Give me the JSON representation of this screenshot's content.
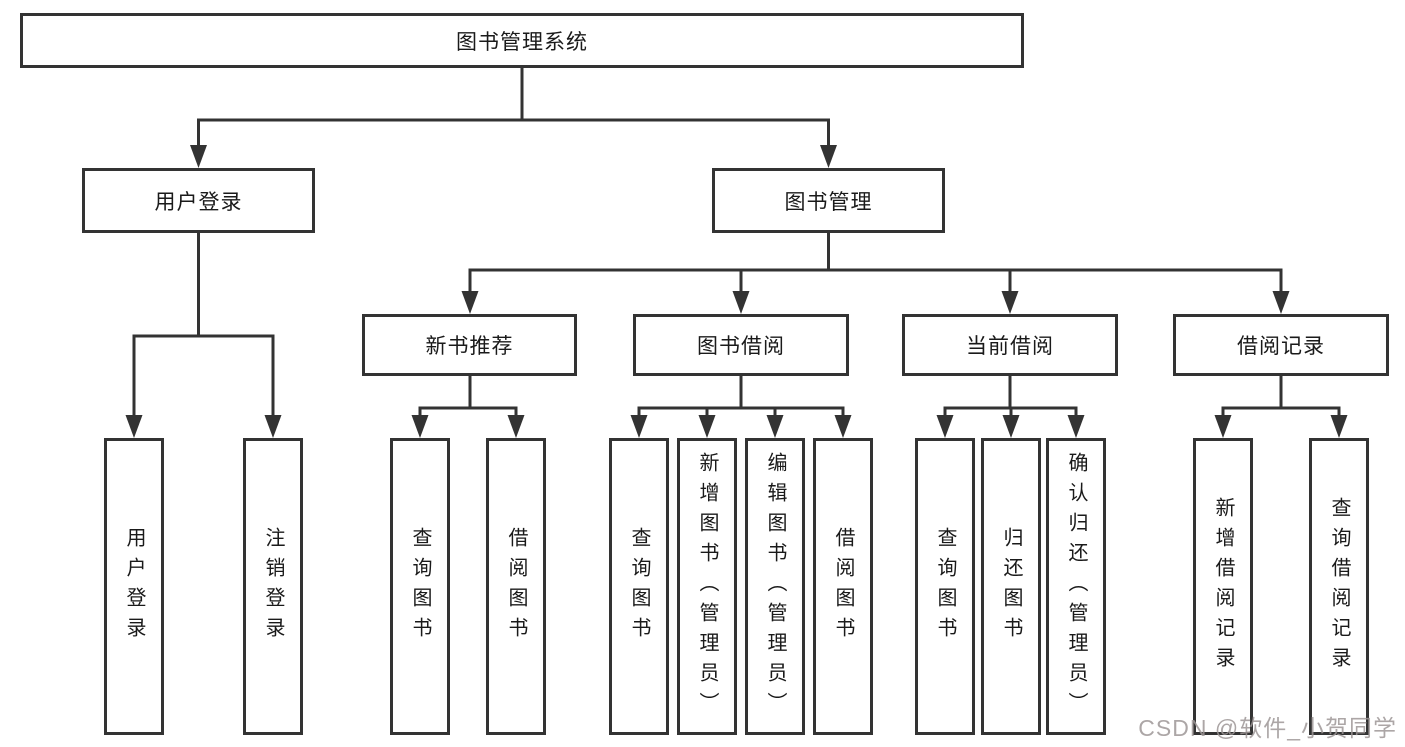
{
  "diagram": {
    "root_label": "图书管理系统",
    "level2": {
      "user_login": "用户登录",
      "book_management": "图书管理"
    },
    "level3": {
      "new_book_recommend": "新书推荐",
      "book_borrowing": "图书借阅",
      "current_borrowing": "当前借阅",
      "borrowing_records": "借阅记录"
    },
    "leaves": {
      "user_login": "用户登录",
      "logout": "注销登录",
      "newrec_query_books": "查询图书",
      "newrec_borrow_books": "借阅图书",
      "borrow_query_books": "查询图书",
      "borrow_add_books_admin": "新增图书（管理员）",
      "borrow_edit_books_admin": "编辑图书（管理员）",
      "borrow_borrow_books": "借阅图书",
      "current_query_books": "查询图书",
      "current_return_books": "归还图书",
      "current_confirm_return_admin": "确认归还（管理员）",
      "records_add_borrow_record": "新增借阅记录",
      "records_query_borrow_record": "查询借阅记录"
    },
    "watermark": "CSDN @软件_小贺同学",
    "colors": {
      "line": "#333333",
      "text": "#1a1a1a",
      "background": "#ffffff",
      "watermark": "#9e9696"
    }
  }
}
